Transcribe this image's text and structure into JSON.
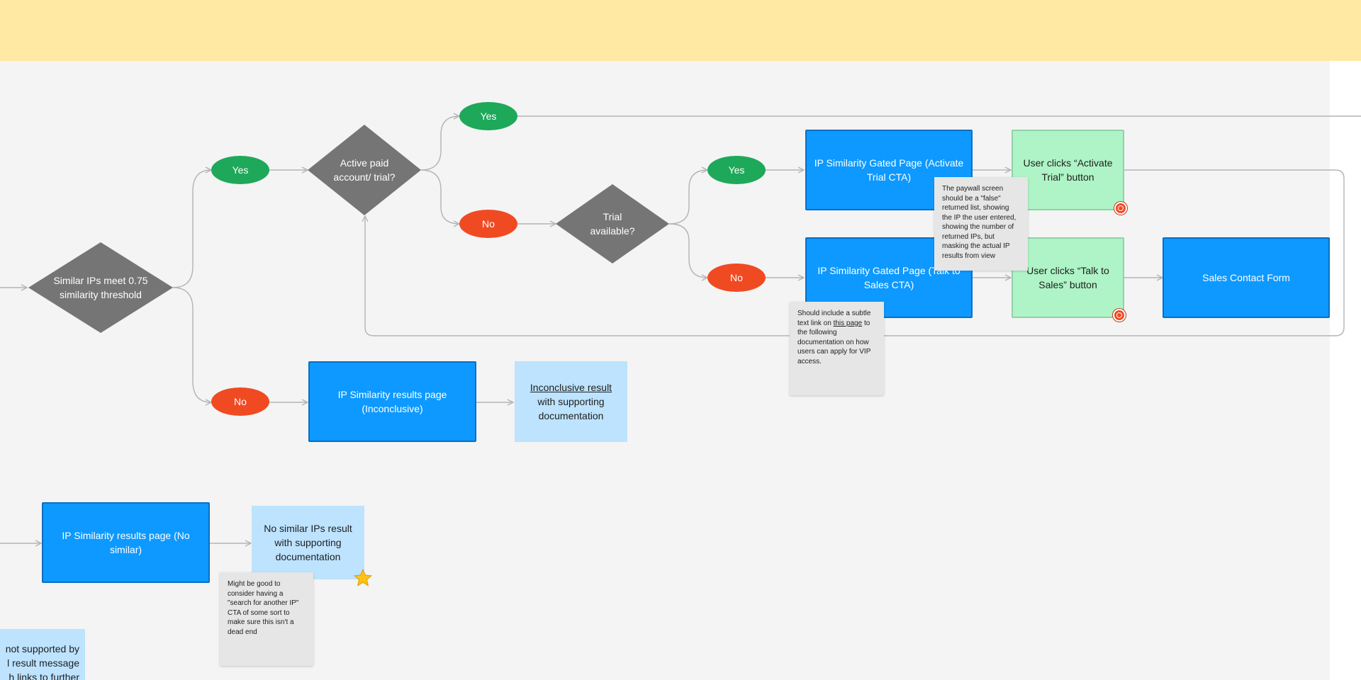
{
  "diagram": {
    "decisions": {
      "similar_ips": "Similar IPs meet 0.75 similarity threshold",
      "active_paid": "Active paid account/ trial?",
      "trial_available": "Trial available?"
    },
    "answers": {
      "yes": "Yes",
      "no": "No"
    },
    "pages": {
      "gated_activate": "IP Similarity Gated Page (Activate Trial CTA)",
      "gated_sales": "IP Similarity Gated Page (Talk to Sales CTA)",
      "sales_form": "Sales Contact Form",
      "results_inconclusive": "IP Similarity results page (Inconclusive)",
      "results_no_similar": "IP Similarity results page (No similar)"
    },
    "actions": {
      "activate_trial": "User clicks “Activate Trial” button",
      "talk_to_sales": "User clicks “Talk to Sales” button"
    },
    "results": {
      "inconclusive_link": "Inconclusive result",
      "inconclusive_rest": "with supporting documentation",
      "no_similar": "No similar IPs result with supporting documentation",
      "not_supported_partial": "not supported by\nl result message\nh links to further"
    },
    "notes": {
      "paywall": "The paywall screen should be a \"false\" returned list, showing the IP the user entered, showing the number of returned IPs, but masking the actual IP results from view",
      "vip_before": "Should include a subtle text link on ",
      "vip_link": "this page",
      "vip_after": " to the following documentation on how users can apply for VIP access.",
      "dead_end": "Might be good to consider having a \"search for another IP\" CTA of some sort to make sure this isn't a dead end"
    }
  },
  "colors": {
    "banner": "#ffe9a3",
    "canvas": "#f4f4f4",
    "decision": "#757575",
    "yes": "#1ea85a",
    "no": "#f04a23",
    "page": "#0d99ff",
    "action": "#aff4c6",
    "result": "#bde3ff",
    "note": "#e6e6e6",
    "connector": "#b3b3b3"
  },
  "icons": {
    "badge": "target-icon",
    "reaction": "star-icon"
  }
}
